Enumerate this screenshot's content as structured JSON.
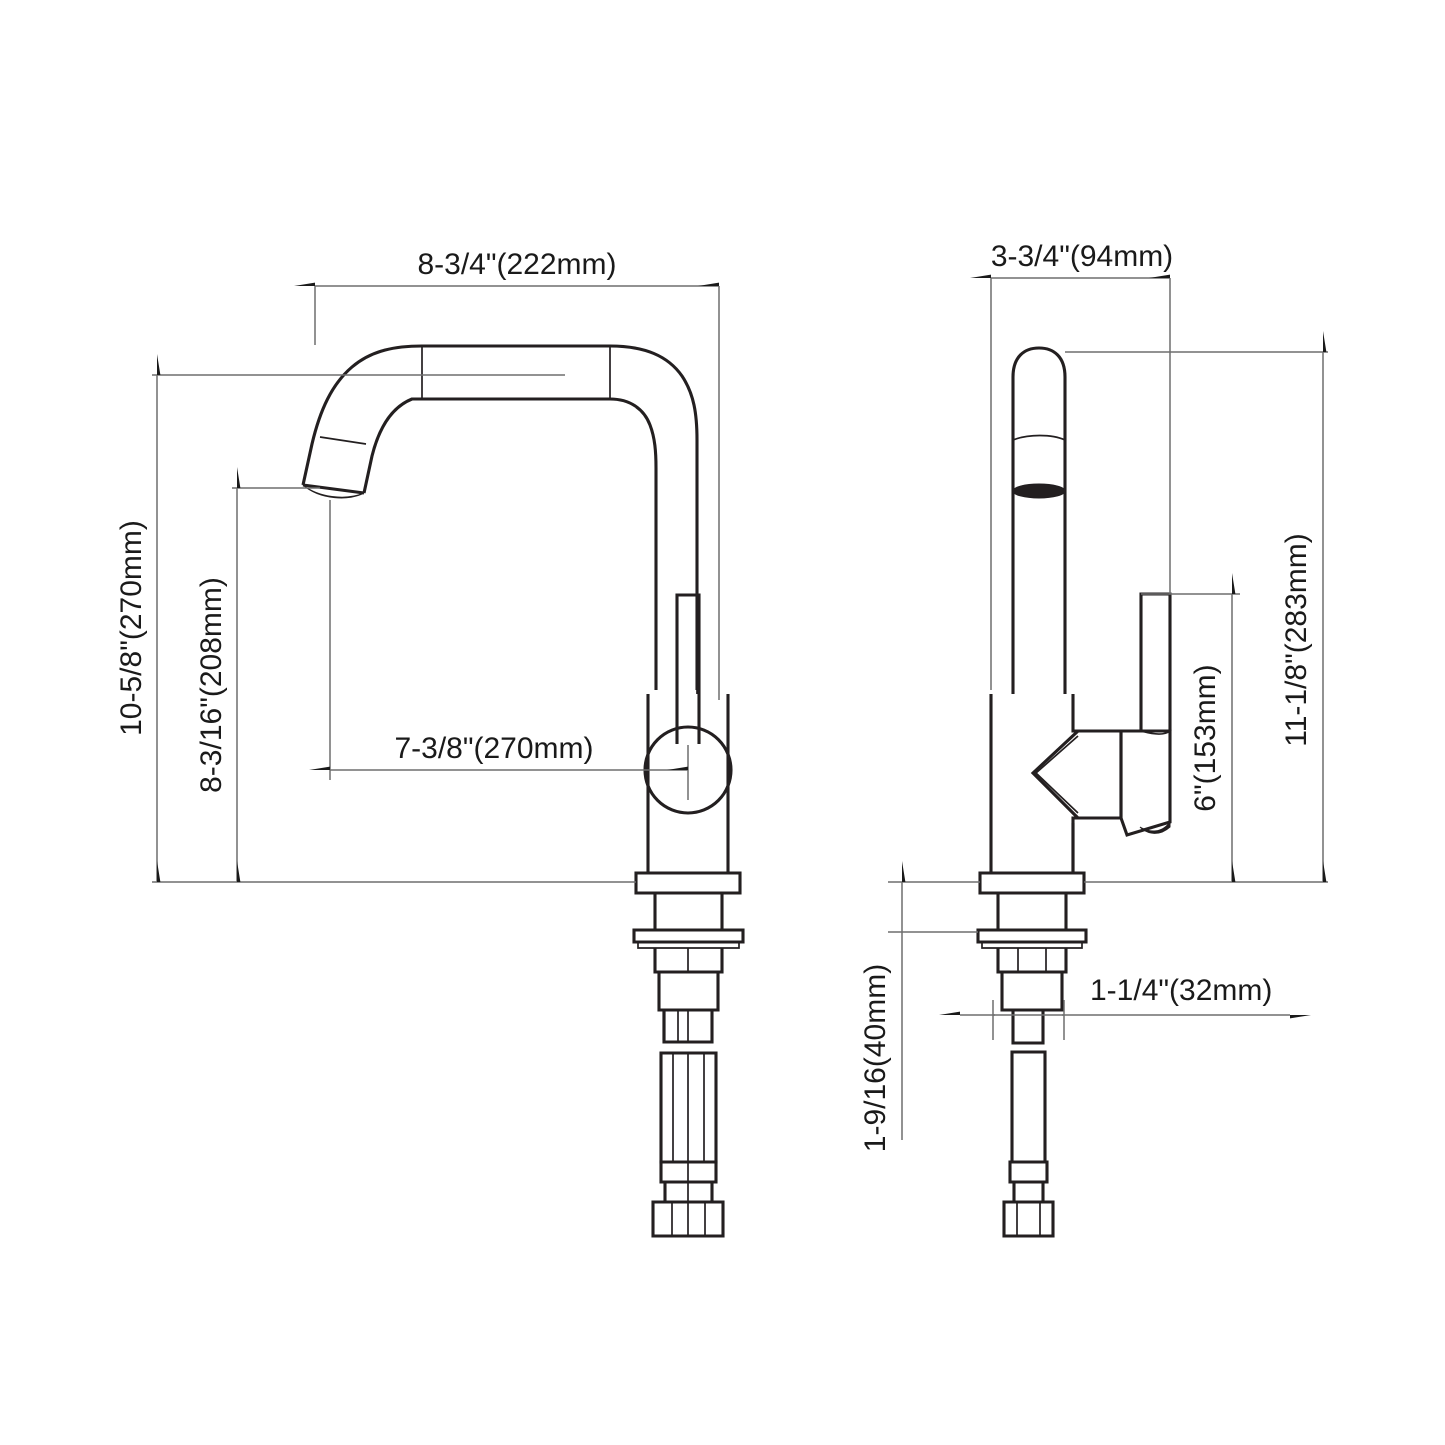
{
  "document": {
    "type": "technical-dimension-drawing",
    "subject": "single-handle kitchen faucet",
    "views": [
      "front-elevation",
      "side-elevation"
    ],
    "background_color": "#ffffff",
    "line_color": "#231f20",
    "dimension_line_color": "#6e6e6e",
    "text_color": "#1a1a1a"
  },
  "dimensions": {
    "front_view": [
      {
        "id": "spout-reach-top",
        "label": "8-3/4\"(222mm)",
        "imperial": "8-3/4\"",
        "metric_mm": 222,
        "orientation": "horizontal",
        "position": "top"
      },
      {
        "id": "overall-height",
        "label": "10-5/8\"(270mm)",
        "imperial": "10-5/8\"",
        "metric_mm": 270,
        "orientation": "vertical",
        "position": "left-outer"
      },
      {
        "id": "spout-outlet-height",
        "label": "8-3/16\"(208mm)",
        "imperial": "8-3/16\"",
        "metric_mm": 208,
        "orientation": "vertical",
        "position": "left-inner"
      },
      {
        "id": "spout-reach",
        "label": "7-3/8\"(270mm)",
        "imperial": "7-3/8\"",
        "metric_mm": 270,
        "orientation": "horizontal",
        "position": "middle"
      }
    ],
    "side_view": [
      {
        "id": "spout-depth",
        "label": "3-3/4\"(94mm)",
        "imperial": "3-3/4\"",
        "metric_mm": 94,
        "orientation": "horizontal",
        "position": "top"
      },
      {
        "id": "total-height-side",
        "label": "11-1/8\"(283mm)",
        "imperial": "11-1/8\"",
        "metric_mm": 283,
        "orientation": "vertical",
        "position": "right-outer"
      },
      {
        "id": "handle-height",
        "label": "6\"(153mm)",
        "imperial": "6\"",
        "metric_mm": 153,
        "orientation": "vertical",
        "position": "right-inner"
      },
      {
        "id": "deck-thickness",
        "label": "1-9/16(40mm)",
        "imperial": "1-9/16",
        "metric_mm": 40,
        "orientation": "vertical",
        "position": "left-outer"
      },
      {
        "id": "shank-diameter",
        "label": "1-1/4\"(32mm)",
        "imperial": "1-1/4\"",
        "metric_mm": 32,
        "orientation": "horizontal",
        "position": "bottom"
      }
    ]
  }
}
